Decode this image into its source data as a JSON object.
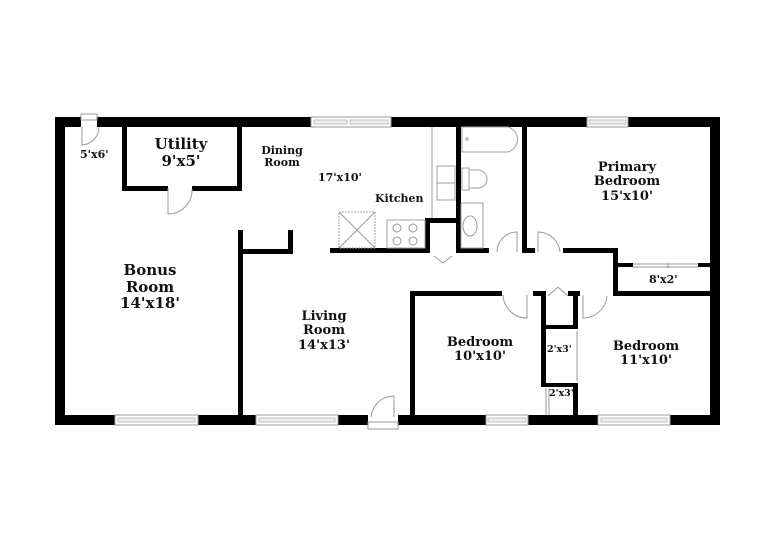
{
  "floor_plan": {
    "background": "#ffffff",
    "wall_color": "#000000",
    "fixture_color": "#9a9a9a",
    "rooms": [
      {
        "id": "foyer",
        "name": "",
        "dims": "5'x6'"
      },
      {
        "id": "utility",
        "name": "Utility",
        "dims": "9'x5'"
      },
      {
        "id": "dining",
        "name": "Dining Room",
        "name_lines": [
          "Dining",
          "Room"
        ],
        "dims": "17'x10'"
      },
      {
        "id": "kitchen",
        "name": "Kitchen",
        "dims": ""
      },
      {
        "id": "primary_bedroom",
        "name": "Primary Bedroom",
        "name_lines": [
          "Primary",
          "Bedroom"
        ],
        "dims": "15'x10'"
      },
      {
        "id": "primary_closet",
        "name": "",
        "dims": "8'x2'"
      },
      {
        "id": "bonus_room",
        "name": "Bonus Room",
        "name_lines": [
          "Bonus",
          "Room"
        ],
        "dims": "14'x18'"
      },
      {
        "id": "living_room",
        "name": "Living Room",
        "name_lines": [
          "Living",
          "Room"
        ],
        "dims": "14'x13'"
      },
      {
        "id": "bedroom_2",
        "name": "Bedroom",
        "dims": "10'x10'"
      },
      {
        "id": "bedroom_3",
        "name": "Bedroom",
        "dims": "11'x10'"
      },
      {
        "id": "closet_a",
        "name": "",
        "dims": "2'x3'"
      },
      {
        "id": "closet_b",
        "name": "",
        "dims": "2'x3'"
      }
    ],
    "fixtures": [
      "bathtub",
      "toilet",
      "vanity-sink",
      "kitchen-sink",
      "range",
      "refrigerator"
    ],
    "openings": {
      "windows": 7,
      "doors": 9
    }
  }
}
